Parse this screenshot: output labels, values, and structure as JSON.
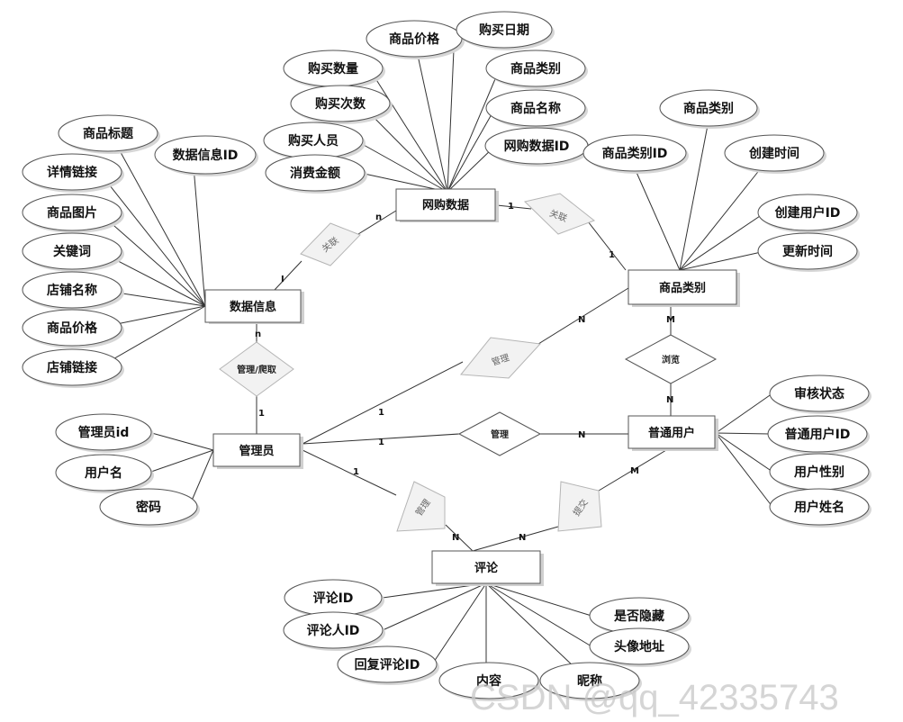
{
  "entities": {
    "online_data": "网购数据",
    "data_info": "数据信息",
    "category": "商品类别",
    "admin": "管理员",
    "user": "普通用户",
    "comment": "评论"
  },
  "attributes": {
    "online_data": [
      "商品价格",
      "购买日期",
      "购买数量",
      "商品类别",
      "购买次数",
      "商品名称",
      "购买人员",
      "网购数据ID",
      "消费金额"
    ],
    "data_info": [
      "商品标题",
      "数据信息ID",
      "详情链接",
      "商品图片",
      "关键词",
      "店铺名称",
      "商品价格",
      "店铺链接"
    ],
    "category": [
      "商品类别",
      "商品类别ID",
      "创建时间",
      "创建用户ID",
      "更新时间"
    ],
    "admin": [
      "管理员id",
      "用户名",
      "密码"
    ],
    "user": [
      "审核状态",
      "普通用户ID",
      "用户性别",
      "用户姓名"
    ],
    "comment": [
      "评论ID",
      "是否隐藏",
      "评论人ID",
      "头像地址",
      "回复评论ID",
      "内容",
      "昵称"
    ]
  },
  "relationships": {
    "rel_data_online": "关联",
    "rel_online_category": "关联",
    "rel_data_admin": "管理/爬取",
    "rel_admin_category": "管理",
    "rel_admin_user": "管理",
    "rel_category_user": "浏览",
    "rel_admin_comment": "管理",
    "rel_user_comment": "提交"
  },
  "cardinalities": {
    "data_online_data": "I",
    "data_online_online": "n",
    "online_category_online": "1",
    "online_category_category": "1",
    "data_admin_data": "n",
    "data_admin_admin": "1",
    "admin_category_admin": "1",
    "admin_category_category": "N",
    "admin_user_admin": "1",
    "admin_user_user": "N",
    "category_user_category": "M",
    "category_user_user": "N",
    "admin_comment_admin": "1",
    "admin_comment_comment": "N",
    "user_comment_user": "M",
    "user_comment_comment": "N"
  },
  "watermark": "CSDN @qq_42335743"
}
